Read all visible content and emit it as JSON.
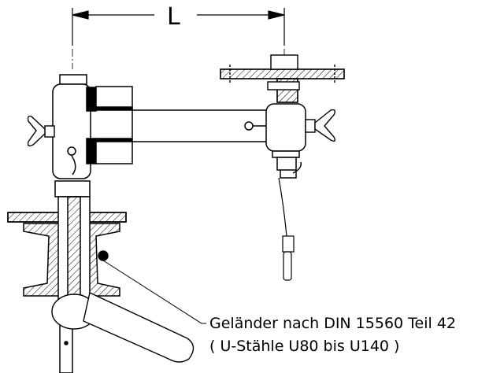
{
  "drawing": {
    "dimension_label": "L",
    "note_line_1": "Geländer nach DIN 15560 Teil 42",
    "note_line_2": "( U-Stähle U80 bis U140 )",
    "colors": {
      "line": "#000000",
      "background": "#ffffff",
      "hatch": "#000000"
    }
  }
}
